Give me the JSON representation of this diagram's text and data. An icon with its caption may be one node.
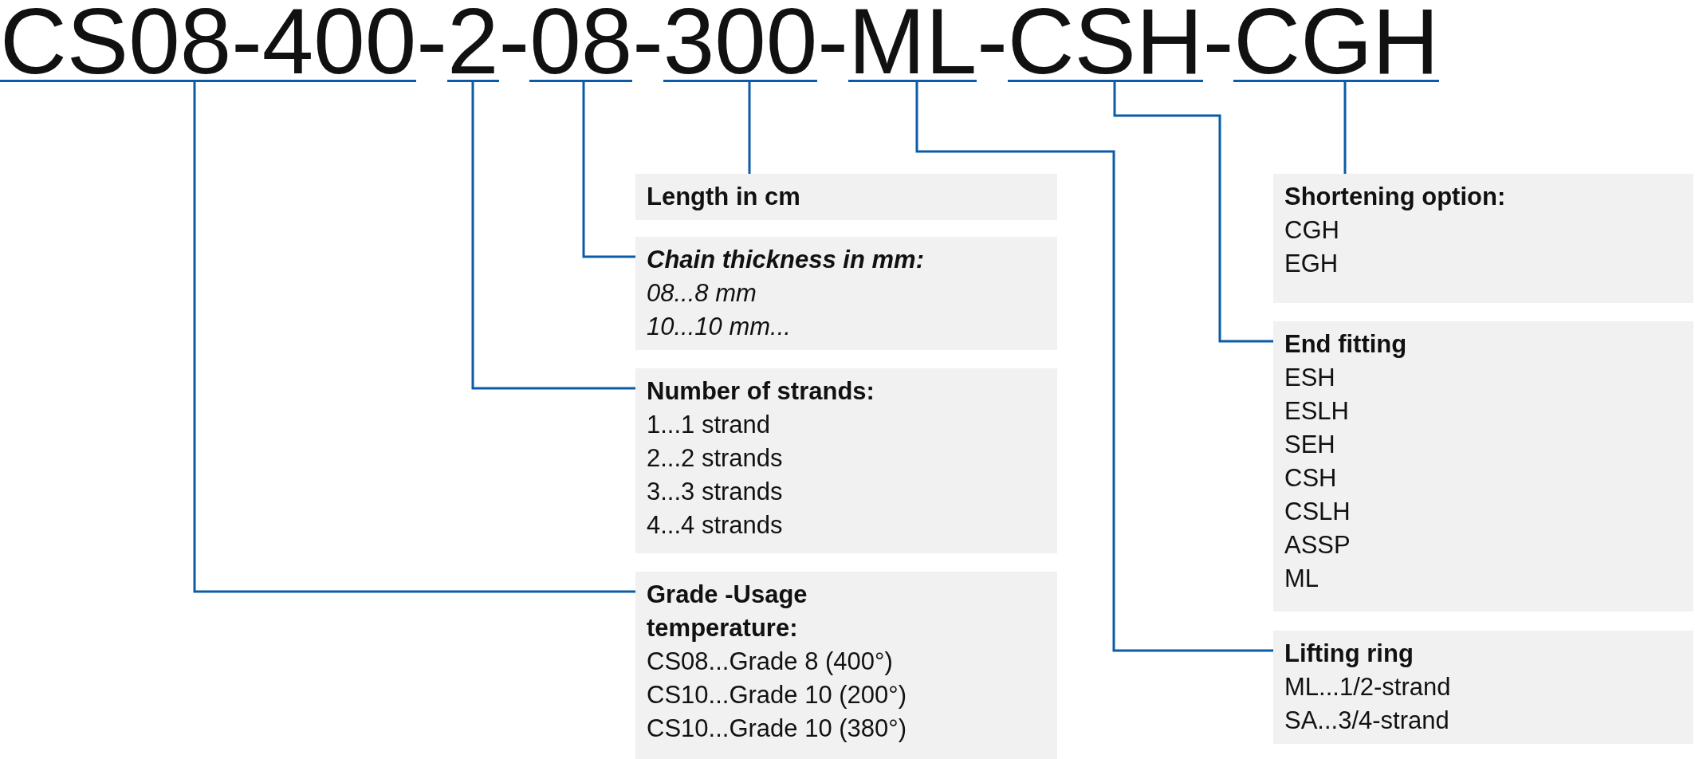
{
  "diagram": {
    "nodes": [
      {
        "text": [
          "CS08-400"
        ]
      },
      {
        "text": [
          "2"
        ]
      },
      {
        "text": [
          "08"
        ]
      },
      {
        "text": [
          "300"
        ]
      },
      {
        "text": [
          "ML"
        ]
      },
      {
        "text": [
          "CSH"
        ]
      },
      {
        "text": [
          "CGH"
        ]
      },
      {
        "text": [
          "Length in cm"
        ]
      },
      {
        "text": [
          "Chain thickness in mm:",
          "08...8 mm",
          "10...10 mm..."
        ]
      },
      {
        "text": [
          "Number of strands:",
          "1...1 strand",
          "2...2 strands",
          "3...3 strands",
          "4...4 strands"
        ]
      },
      {
        "text": [
          "Grade -Usage temperature:",
          "CS08...Grade 8 (400°)",
          "CS10...Grade 10 (200°)",
          "CS10...Grade 10 (380°)"
        ]
      },
      {
        "text": [
          "Shortening option:",
          "CGH",
          "EGH"
        ]
      },
      {
        "text": [
          "End fitting",
          "ESH",
          "ESLH",
          "SEH",
          "CSH",
          "CSLH",
          "ASSP",
          "ML"
        ]
      },
      {
        "text": [
          "Lifting ring",
          "ML...1/2-strand",
          "SA...3/4-strand"
        ]
      }
    ],
    "edges": [
      {
        "from": 0,
        "to": 10,
        "arrow": "none"
      },
      {
        "from": 1,
        "to": 9,
        "arrow": "none"
      },
      {
        "from": 2,
        "to": 8,
        "arrow": "none"
      },
      {
        "from": 3,
        "to": 7,
        "arrow": "none"
      },
      {
        "from": 4,
        "to": 13,
        "arrow": "none"
      },
      {
        "from": 5,
        "to": 12,
        "arrow": "none"
      },
      {
        "from": 6,
        "to": 11,
        "arrow": "none"
      }
    ],
    "labels": [
      "-",
      "-",
      "-",
      "-",
      "-",
      "-"
    ]
  }
}
